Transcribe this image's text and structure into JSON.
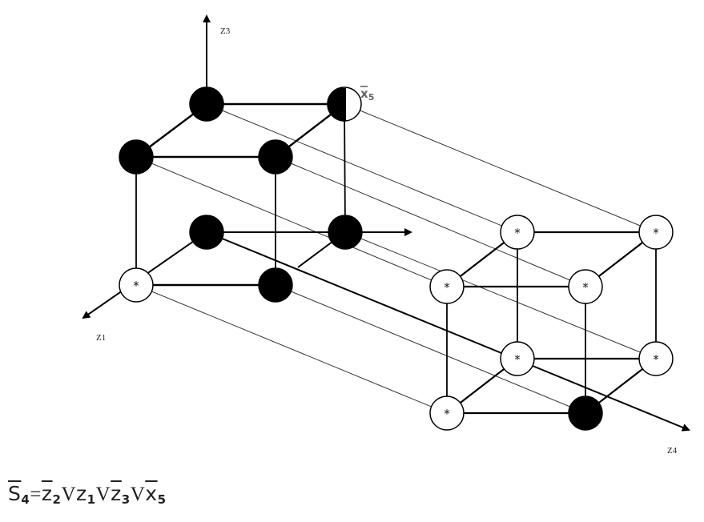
{
  "axes": {
    "z1": "Z1",
    "z3": "Z3",
    "z4": "Z4"
  },
  "corner_label": {
    "base": "x",
    "sub": "5",
    "overline": true
  },
  "star_glyph": "*",
  "formula": {
    "S": "S",
    "s_sub": "4",
    "eq": "=",
    "z2": "z",
    "z2_sub": "2",
    "op1": "V",
    "z1": "z",
    "z1_sub": "1",
    "op2": "V",
    "z3": "z",
    "z3_sub": "3",
    "op3": "V",
    "x5": "x",
    "x5_sub": "5"
  },
  "colors": {
    "filled": "#000000",
    "empty": "#ffffff",
    "stroke": "#000000",
    "guide": "#333333"
  }
}
